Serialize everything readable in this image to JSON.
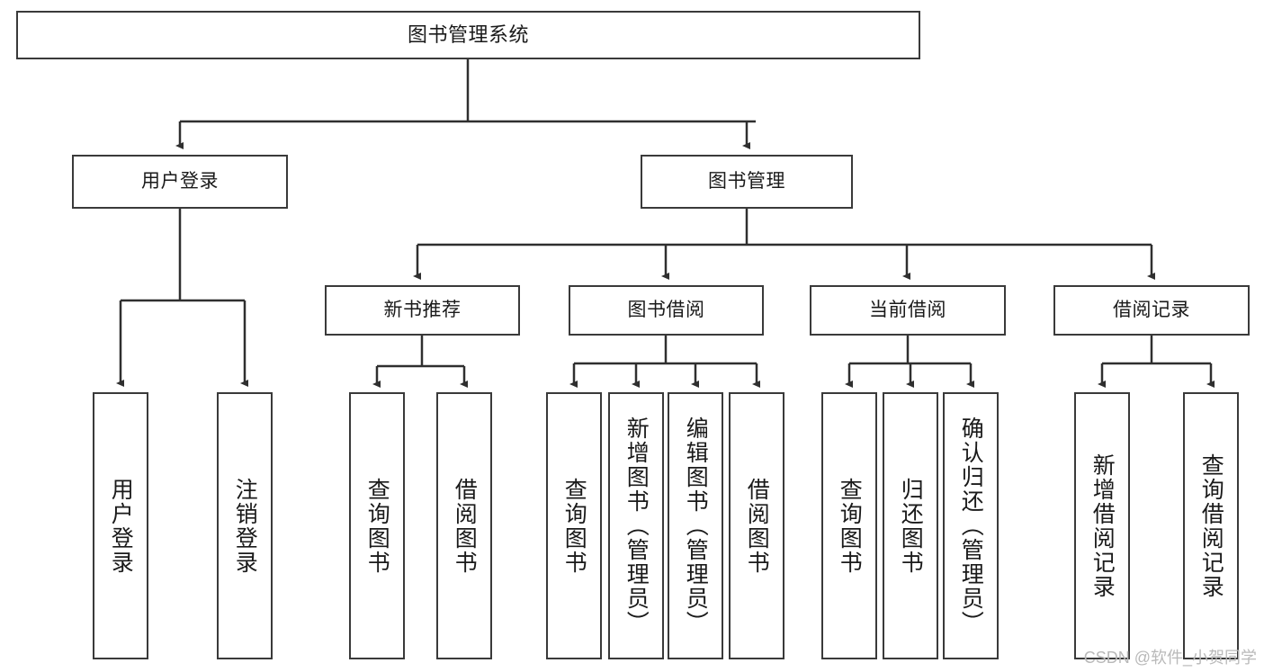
{
  "diagram": {
    "title": "图书管理系统",
    "type": "tree",
    "watermark": "CSDN @软件_小贺同学",
    "colors": {
      "box_border": "#3a3a3a",
      "box_fill": "#ffffff",
      "connector": "#2f2f2f",
      "text": "#1a1a1a",
      "watermark": "#b9b9b9"
    },
    "nodes": {
      "root": {
        "label": "图书管理系统"
      },
      "level2": [
        {
          "id": "user-login",
          "label": "用户登录"
        },
        {
          "id": "book-manage",
          "label": "图书管理"
        }
      ],
      "level3": [
        {
          "id": "new-book-recommend",
          "label": "新书推荐"
        },
        {
          "id": "book-borrow",
          "label": "图书借阅"
        },
        {
          "id": "current-borrow",
          "label": "当前借阅"
        },
        {
          "id": "borrow-record",
          "label": "借阅记录"
        }
      ],
      "leaves": {
        "user-login": [
          {
            "id": "leaf-user-login",
            "label": "用户登录"
          },
          {
            "id": "leaf-logout",
            "label": "注销登录"
          }
        ],
        "new-book-recommend": [
          {
            "id": "leaf-query-book-1",
            "label": "查询图书"
          },
          {
            "id": "leaf-borrow-book-1",
            "label": "借阅图书"
          }
        ],
        "book-borrow": [
          {
            "id": "leaf-query-book-2",
            "label": "查询图书"
          },
          {
            "id": "leaf-add-book",
            "label": "新增图书（管理员）"
          },
          {
            "id": "leaf-edit-book",
            "label": "编辑图书（管理员）"
          },
          {
            "id": "leaf-borrow-book-2",
            "label": "借阅图书"
          }
        ],
        "current-borrow": [
          {
            "id": "leaf-query-book-3",
            "label": "查询图书"
          },
          {
            "id": "leaf-return-book",
            "label": "归还图书"
          },
          {
            "id": "leaf-confirm-return",
            "label": "确认归还（管理员）"
          }
        ],
        "borrow-record": [
          {
            "id": "leaf-add-record",
            "label": "新增借阅记录"
          },
          {
            "id": "leaf-query-record",
            "label": "查询借阅记录"
          }
        ]
      }
    }
  }
}
